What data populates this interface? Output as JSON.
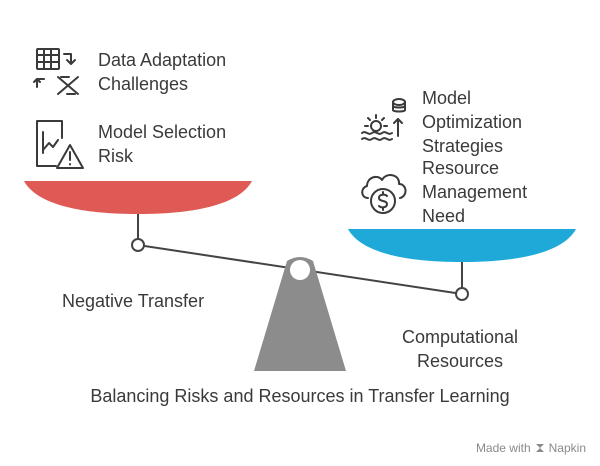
{
  "left_items": [
    {
      "label_line1": "Data Adaptation",
      "label_line2": "Challenges",
      "icon": "table-transform-icon"
    },
    {
      "label_line1": "Model Selection",
      "label_line2": "Risk",
      "icon": "chart-warning-icon"
    }
  ],
  "right_items": [
    {
      "label_line1": "Model",
      "label_line2": "Optimization",
      "label_line3": "Strategies",
      "icon": "optimization-icon"
    },
    {
      "label_line1": "Resource",
      "label_line2": "Management",
      "label_line3": "Need",
      "icon": "cloud-dollar-icon"
    }
  ],
  "left_pan_label": "Negative Transfer",
  "right_pan_label_line1": "Computational",
  "right_pan_label_line2": "Resources",
  "title": "Balancing Risks and Resources in Transfer Learning",
  "footer": {
    "made_with": "Made with",
    "brand": "Napkin"
  },
  "colors": {
    "left_pan": "#e05a55",
    "right_pan": "#1ea9d9",
    "fulcrum": "#8c8c8c",
    "beam": "#444444"
  }
}
